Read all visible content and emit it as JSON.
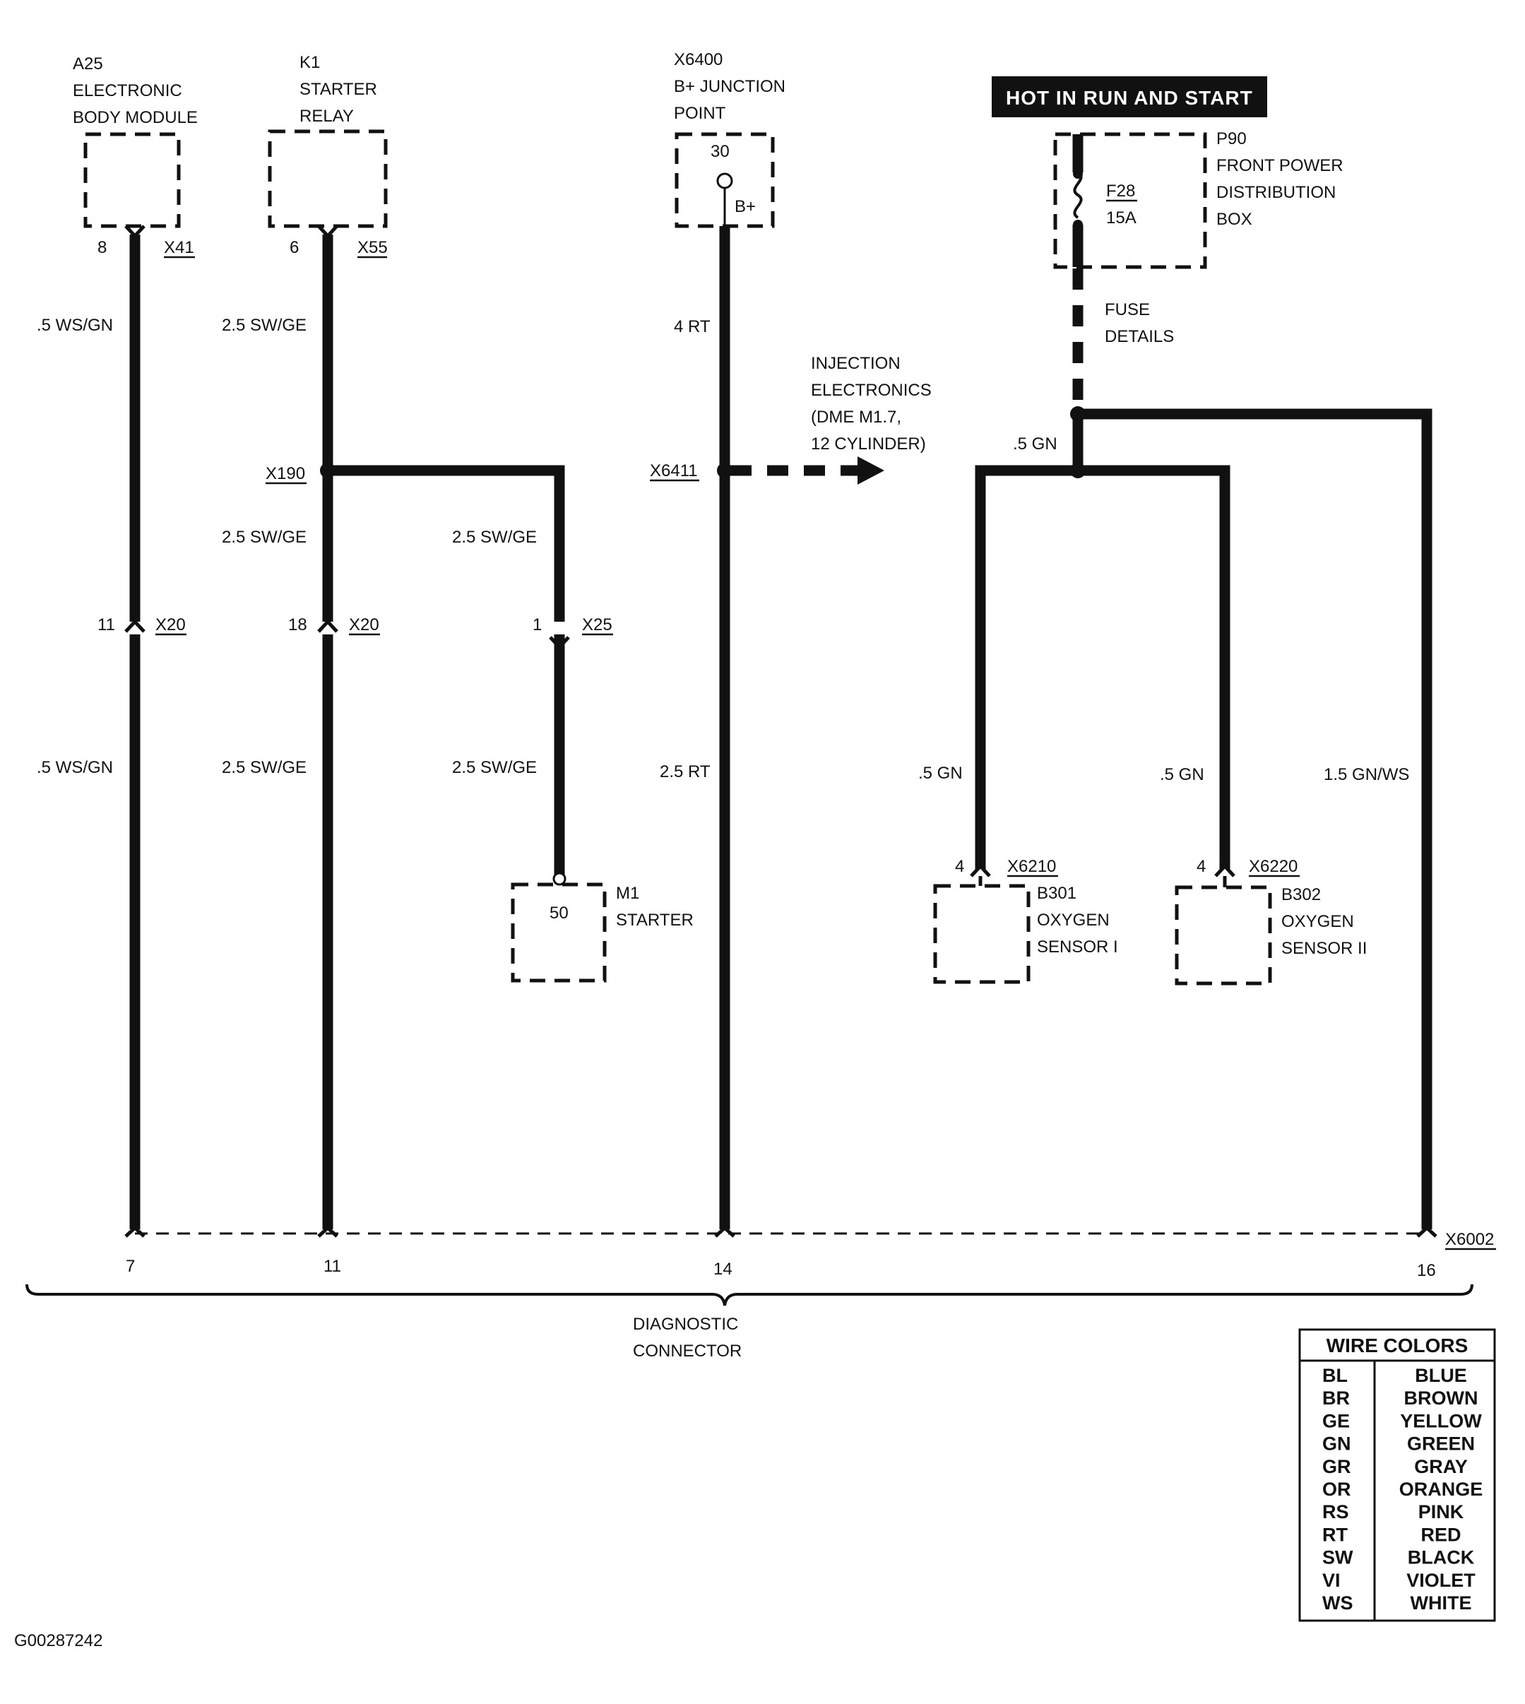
{
  "components": {
    "a25": {
      "id": "A25",
      "lines": [
        "ELECTRONIC",
        "BODY MODULE"
      ],
      "pin": "8",
      "connector": "X41"
    },
    "k1": {
      "id": "K1",
      "lines": [
        "STARTER",
        "RELAY"
      ],
      "pin": "6",
      "connector": "X55"
    },
    "x6400": {
      "id": "X6400",
      "lines": [
        "B+ JUNCTION",
        "POINT"
      ],
      "pin": "30",
      "terminal": "B+"
    },
    "hot_bar": "HOT IN RUN AND START",
    "p90": {
      "id": "P90",
      "lines": [
        "FRONT POWER",
        "DISTRIBUTION",
        "BOX"
      ],
      "fuse_id": "F28",
      "fuse_rating": "15A"
    },
    "fuse_details": [
      "FUSE",
      "DETAILS"
    ],
    "injection": [
      "INJECTION",
      "ELECTRONICS",
      "(DME M1.7,",
      "12 CYLINDER)"
    ],
    "m1": {
      "id": "M1",
      "name": "STARTER",
      "pin": "50"
    },
    "b301": {
      "id": "B301",
      "lines": [
        "OXYGEN",
        "SENSOR I"
      ],
      "pin": "4",
      "connector": "X6210"
    },
    "b302": {
      "id": "B302",
      "lines": [
        "OXYGEN",
        "SENSOR II"
      ],
      "pin": "4",
      "connector": "X6220"
    }
  },
  "splices": {
    "x190": "X190",
    "x6411": "X6411"
  },
  "inline_connectors": {
    "x20_a": {
      "pin": "11",
      "connector": "X20"
    },
    "x20_b": {
      "pin": "18",
      "connector": "X20"
    },
    "x25": {
      "pin": "1",
      "connector": "X25"
    }
  },
  "wires": {
    "a25_upper": "  .5 WS/GN",
    "a25_lower": "  .5 WS/GN",
    "k1_upper": "2.5 SW/GE",
    "k1_mid": "2.5 SW/GE",
    "k1_lower": "2.5 SW/GE",
    "starter_upper": "2.5 SW/GE",
    "starter_lower": "2.5 SW/GE",
    "b_plus_upper": "4 RT",
    "b_plus_lower": "2.5 RT",
    "gn_trunk": ".5 GN",
    "o2_left": ".5 GN",
    "o2_right": ".5 GN",
    "gnws": "1.5 GN/WS"
  },
  "diagnostic": {
    "connector": "X6002",
    "pins": [
      "7",
      "11",
      "14",
      "16"
    ],
    "label": [
      "DIAGNOSTIC",
      "CONNECTOR"
    ]
  },
  "legend": {
    "title": "WIRE COLORS",
    "rows": [
      {
        "code": "BL",
        "color": "BLUE"
      },
      {
        "code": "BR",
        "color": "BROWN"
      },
      {
        "code": "GE",
        "color": "YELLOW"
      },
      {
        "code": "GN",
        "color": "GREEN"
      },
      {
        "code": "GR",
        "color": "GRAY"
      },
      {
        "code": "OR",
        "color": "ORANGE"
      },
      {
        "code": "RS",
        "color": "PINK"
      },
      {
        "code": "RT",
        "color": "RED"
      },
      {
        "code": "SW",
        "color": "BLACK"
      },
      {
        "code": "VI",
        "color": "VIOLET"
      },
      {
        "code": "WS",
        "color": "WHITE"
      }
    ]
  },
  "figure_id": "G00287242"
}
